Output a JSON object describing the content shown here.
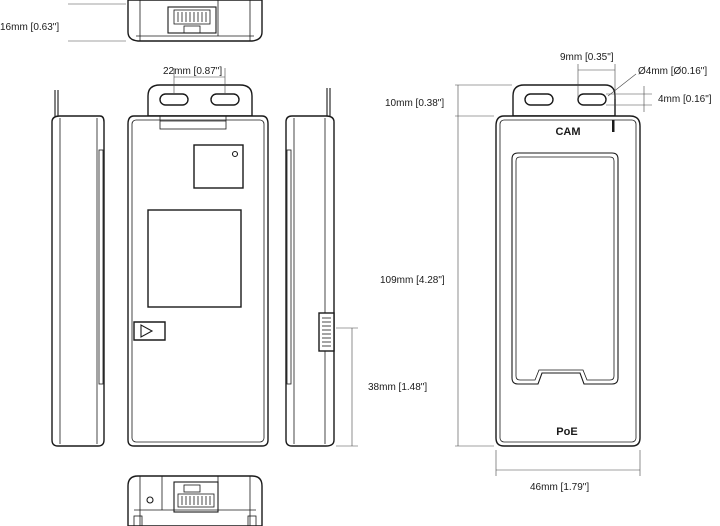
{
  "dimensions": {
    "depth": "16mm [0.63\"]",
    "hole_spacing": "22mm [0.87\"]",
    "hole_offset": "9mm [0.35\"]",
    "hole_diameter": "Ø4mm [Ø0.16\"]",
    "hole_height": "4mm [0.16\"]",
    "tab_height": "10mm [0.38\"]",
    "total_height": "109mm [4.28\"]",
    "connector_height": "38mm [1.48\"]",
    "width": "46mm [1.79\"]"
  },
  "labels": {
    "cam": "CAM",
    "poe": "PoE"
  }
}
